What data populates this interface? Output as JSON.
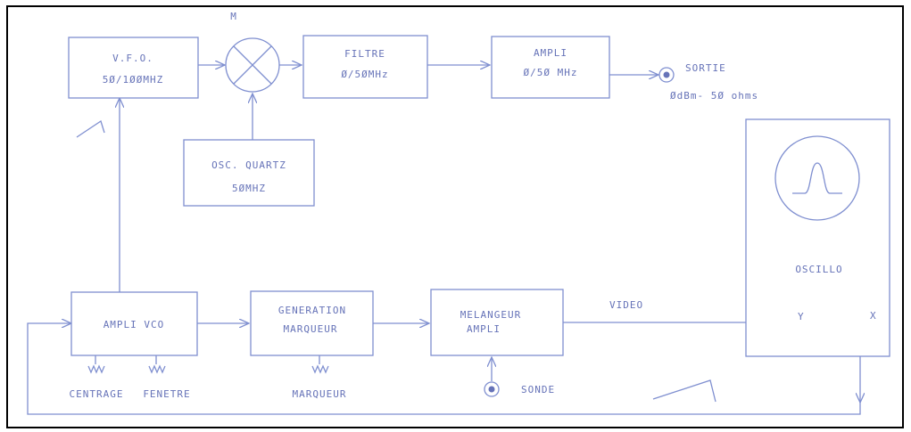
{
  "diagram": {
    "colors": {
      "line": "#7f8fd0",
      "text": "#6673b8",
      "border": "#000000"
    },
    "blocks": {
      "vfo": {
        "line1": "V.F.O.",
        "line2": "5Ø/1ØØMHZ"
      },
      "mixer": {
        "label": "M"
      },
      "filtre": {
        "line1": "FILTRE",
        "line2": "Ø/5ØMHz"
      },
      "ampli": {
        "line1": "AMPLI",
        "line2": "Ø/5Ø MHz"
      },
      "quartz": {
        "line1": "OSC. QUARTZ",
        "line2": "5ØMHZ"
      },
      "vco": {
        "line1": "AMPLI VCO"
      },
      "generation": {
        "line1": "GENERATION",
        "line2": "MARQUEUR"
      },
      "melangeur": {
        "line1": "MELANGEUR",
        "line2": "AMPLI"
      },
      "oscillo": {
        "label": "OSCILLO",
        "y_label": "Y",
        "x_label": "X"
      }
    },
    "sortie": {
      "label": "SORTIE",
      "spec": "ØdBm- 5Ø ohms"
    },
    "video_label": "VIDEO",
    "controls": {
      "centrage": "CENTRAGE",
      "fenetre": "FENETRE",
      "marqueur": "MARQUEUR",
      "sonde": "SONDE"
    }
  }
}
